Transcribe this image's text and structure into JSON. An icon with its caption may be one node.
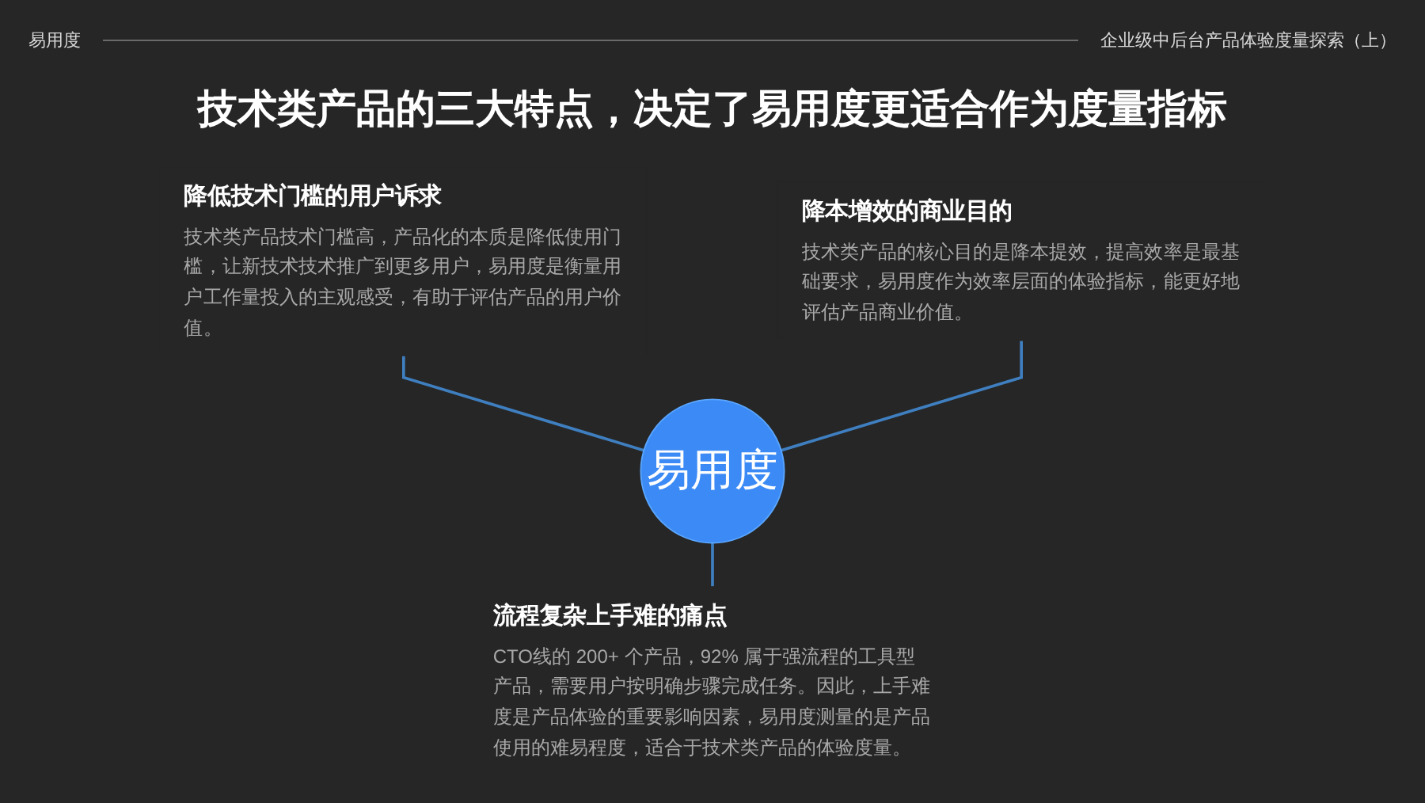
{
  "diagram": {
    "title": "技术类产品的三大特点，决定了易用度更适合作为度量指标",
    "nodes": [
      {
        "text": [
          "降低技术门槛的用户诉求",
          "技术类产品技术门槛高，产品化的本质是降低使用门槛，让新技术技术推广到更多用户，易用度是衡量用户工作量投入的主观感受，有助于评估产品的用户价值。"
        ]
      },
      {
        "text": [
          "降本增效的商业目的",
          "技术类产品的核心目的是降本提效，提高效率是最基础要求，易用度作为效率层面的体验指标，能更好地评估产品商业价值。"
        ]
      },
      {
        "text": [
          "易用度"
        ]
      },
      {
        "text": [
          "流程复杂上手难的痛点",
          "CTO线的 200+ 个产品，92% 属于强流程的工具型产品，需要用户按明确步骤完成任务。因此，上手难度是产品体验的重要影响因素，易用度测量的是产品使用的难易程度，适合于技术类产品的体验度量。"
        ]
      }
    ],
    "edges": [
      {
        "from": 0,
        "to": 2,
        "arrow": "none"
      },
      {
        "from": 1,
        "to": 2,
        "arrow": "none"
      },
      {
        "from": 2,
        "to": 3,
        "arrow": "none"
      }
    ],
    "labels": [
      "易用度",
      "企业级中后台产品体验度量探索（上）"
    ]
  }
}
